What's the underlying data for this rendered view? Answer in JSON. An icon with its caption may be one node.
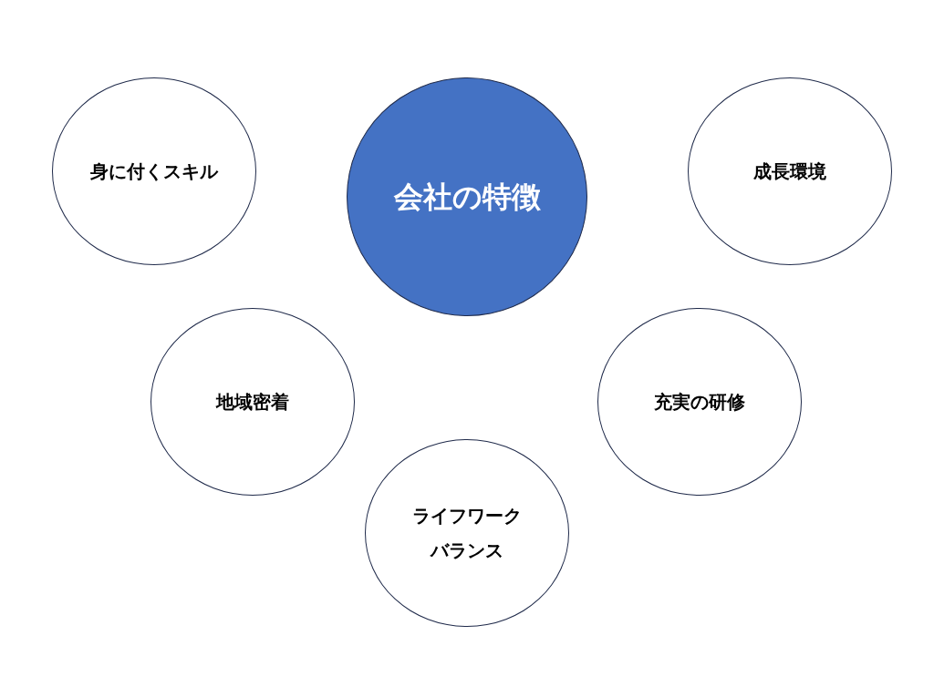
{
  "diagram": {
    "nodes": [
      {
        "text": [
          "身に付くスキル"
        ]
      },
      {
        "text": [
          "会社の特徴"
        ]
      },
      {
        "text": [
          "成長環境"
        ]
      },
      {
        "text": [
          "地域密着"
        ]
      },
      {
        "text": [
          "充実の研修"
        ]
      },
      {
        "text": [
          "ライフワークバランス"
        ]
      }
    ]
  }
}
